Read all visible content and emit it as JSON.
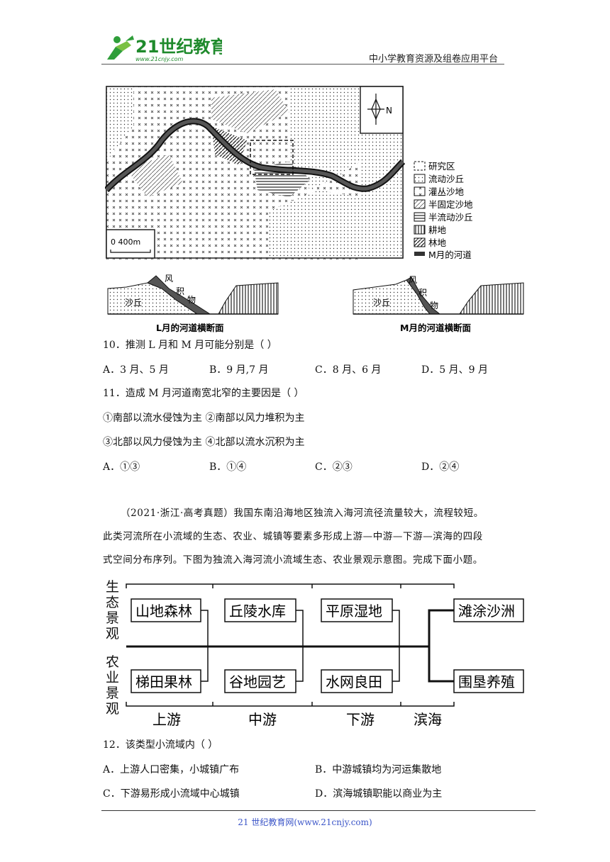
{
  "header": {
    "logo_text": "21世纪教育",
    "logo_url_text": "www.21cnjy.com",
    "platform": "中小学教育资源及组卷应用平台"
  },
  "map": {
    "north": "N",
    "scale": "0  400m",
    "legend": [
      "研究区",
      "流动沙丘",
      "灌丛沙地",
      "半固定沙地",
      "半流动沙丘",
      "耕地",
      "林地",
      "M月的河道"
    ]
  },
  "sections": {
    "left": {
      "feng": "风",
      "ji": "积",
      "wu": "物",
      "dune": "沙丘",
      "caption": "L月的河道横断面"
    },
    "right": {
      "feng": "风",
      "ji": "积",
      "wu": "物",
      "dune": "沙丘",
      "caption": "M月的河道横断面"
    }
  },
  "questions": {
    "q10": {
      "stem": "10．推测 L 月和 M 月可能分别是（    ）",
      "A": "A．3 月、5 月",
      "B": "B．9 月,7 月",
      "C": "C．8 月、6 月",
      "D": "D．5 月、9 月"
    },
    "q11": {
      "stem": "11．造成 M 月河道南宽北窄的主要因是（    ）",
      "s1": "①南部以流水侵蚀为主  ②南部以风力堆积为主",
      "s2": "③北部以风力侵蚀为主  ④北部以流水沉积为主",
      "A": "A．①③",
      "B": "B．①④",
      "C": "C．②③",
      "D": "D．②④"
    },
    "intro": {
      "l1": "（2021·浙江·高考真题）我国东南沿海地区独流入海河流径流量较大，流程较短。",
      "l2": "此类河流所在小流域的生态、农业、城镇等要素多形成上游—中游—下游—滨海的四段",
      "l3": "式空间分布序列。下图为独流入海河流小流域生态、农业景观示意图。完成下面小题。"
    },
    "q12": {
      "stem": "12．该类型小流域内（    ）",
      "A": "A．上游人口密集，小城镇广布",
      "B": "B．中游城镇均为河运集散地",
      "C": "C．下游易形成小流域中心城镇",
      "D": "D．滨海城镇职能以商业为主"
    }
  },
  "diagram": {
    "eco_label": [
      "生",
      "态",
      "景",
      "观"
    ],
    "agri_label": [
      "农",
      "业",
      "景",
      "观"
    ],
    "eco": [
      "山地森林",
      "丘陵水库",
      "平原湿地",
      "滩涂沙洲"
    ],
    "agri": [
      "梯田果林",
      "谷地园艺",
      "水网良田",
      "围垦养殖"
    ],
    "segments": [
      "上游",
      "中游",
      "下游",
      "滨海"
    ]
  },
  "footer": {
    "text": "21 世纪教育网(www.21cnjy.com)"
  }
}
